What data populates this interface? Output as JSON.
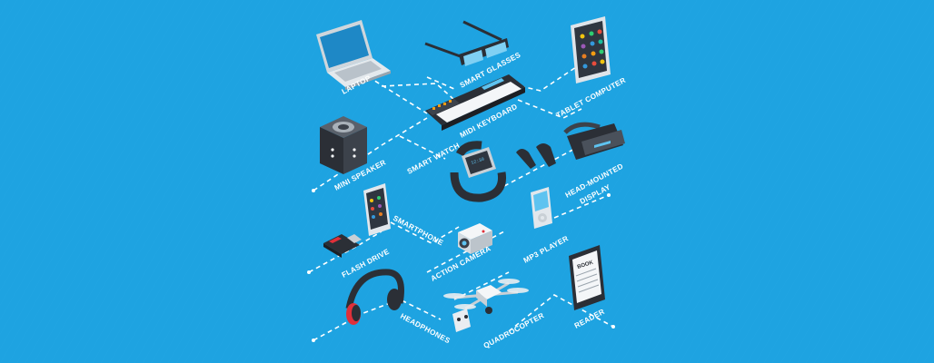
{
  "diagram": {
    "devices": [
      {
        "id": "laptop",
        "label": "LAPTOP"
      },
      {
        "id": "smart-glasses",
        "label": "SMART GLASSES"
      },
      {
        "id": "tablet-computer",
        "label": "TABLET COMPUTER"
      },
      {
        "id": "midi-keyboard",
        "label": "MIDI KEYBOARD"
      },
      {
        "id": "mini-speaker",
        "label": "MINI SPEAKER"
      },
      {
        "id": "smart-watch",
        "label": "SMART WATCH"
      },
      {
        "id": "head-mounted-display",
        "label": "HEAD-MOUNTED",
        "label2": "DISPLAY"
      },
      {
        "id": "smartphone",
        "label": "SMARTPHONE"
      },
      {
        "id": "mp3-player",
        "label": "MP3 PLAYER"
      },
      {
        "id": "flash-drive",
        "label": "FLASH DRIVE"
      },
      {
        "id": "action-camera",
        "label": "ACTION CAMERA"
      },
      {
        "id": "headphones",
        "label": "HEADPHONES"
      },
      {
        "id": "quadrocopter",
        "label": "QUADROCOPTER"
      },
      {
        "id": "reader",
        "label": "READER"
      }
    ],
    "book_text": "BOOK",
    "watch_time": "12:30"
  },
  "colors": {
    "background": "#1ea3e1",
    "connector": "#ffffff",
    "device_dark": "#3a3f48",
    "device_light": "#e9edf1",
    "accent_orange": "#f39c12",
    "accent_red": "#e0303a"
  }
}
